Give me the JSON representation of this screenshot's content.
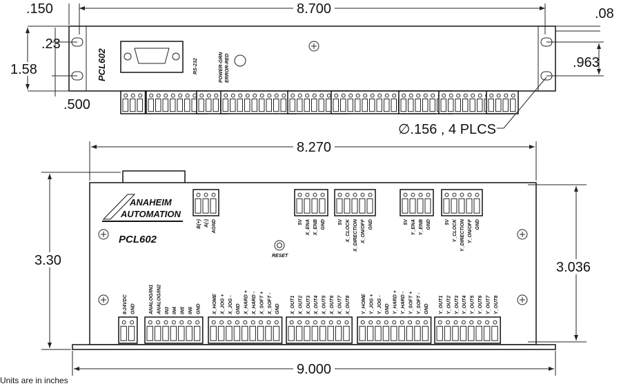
{
  "dimensions": {
    "top_width": "8.700",
    "top_left_offset": ".150",
    "top_right_offset": ".08",
    "slot_offset": ".23",
    "top_height": "1.58",
    "ear_width": ".500",
    "hole_spacing": ".963",
    "hole_note": "∅.156 , 4 PLCS",
    "body_width": "8.270",
    "body_height": "3.30",
    "hole_vertical": "3.036",
    "flange_width": "9.000"
  },
  "units_note": "Units are in inches",
  "top_view": {
    "model": "PCL602",
    "port_label": "RS-232",
    "led_label_1": "POWER-GRN",
    "led_label_2": "ERROR-RED"
  },
  "front_view": {
    "logo_line1": "ANAHEIM",
    "logo_line2": "AUTOMATION",
    "model": "PCL602",
    "reset_label": "RESET",
    "top_connectors": [
      {
        "name": "rs485",
        "labels": [
          "B(+)",
          "A(-)",
          "AGND"
        ]
      },
      {
        "name": "x-enable",
        "labels": [
          "5V",
          "X_ENA",
          "X_ENB",
          "GND"
        ]
      },
      {
        "name": "x-step",
        "labels": [
          "5V",
          "X_CLOCK",
          "X_DIRECTION",
          "X_ON/OFF",
          "GND"
        ]
      },
      {
        "name": "y-enable",
        "labels": [
          "5V",
          "Y_ENA",
          "Y_ENB",
          "GND"
        ]
      },
      {
        "name": "y-step",
        "labels": [
          "5V",
          "Y_CLOCK",
          "Y_DIRECTION",
          "Y_ON/OFF",
          "GND"
        ]
      }
    ],
    "bottom_connectors": [
      {
        "name": "power",
        "labels": [
          "8-24VDC",
          "GND"
        ]
      },
      {
        "name": "analog-inputs",
        "labels": [
          "ANALOG/IN1",
          "ANALOG/IN2",
          "IN3",
          "IN4",
          "IN5",
          "IN6",
          "GND"
        ]
      },
      {
        "name": "x-inputs",
        "labels": [
          "X_HOME",
          "X_JOG +",
          "X_JOG -",
          "GND",
          "X_HARD +",
          "X_HARD -",
          "X_SOFT +",
          "X_SOFT -",
          "GND"
        ]
      },
      {
        "name": "x-outputs",
        "labels": [
          "X_OUT1",
          "X_OUT2",
          "X_OUT3",
          "X_OUT4",
          "X_OUT5",
          "X_OUT6",
          "X_OUT7",
          "X_OUT8"
        ]
      },
      {
        "name": "y-inputs",
        "labels": [
          "Y_HOME",
          "Y_JOG +",
          "Y_JOG -",
          "GND",
          "Y_HARD +",
          "Y_HARD -",
          "Y_SOFT +",
          "Y_SOFT -",
          "GND"
        ]
      },
      {
        "name": "y-outputs",
        "labels": [
          "Y_OUT1",
          "Y_OUT2",
          "Y_OUT3",
          "Y_OUT4",
          "Y_OUT5",
          "Y_OUT6",
          "Y_OUT7",
          "Y_OUT8"
        ]
      }
    ]
  }
}
